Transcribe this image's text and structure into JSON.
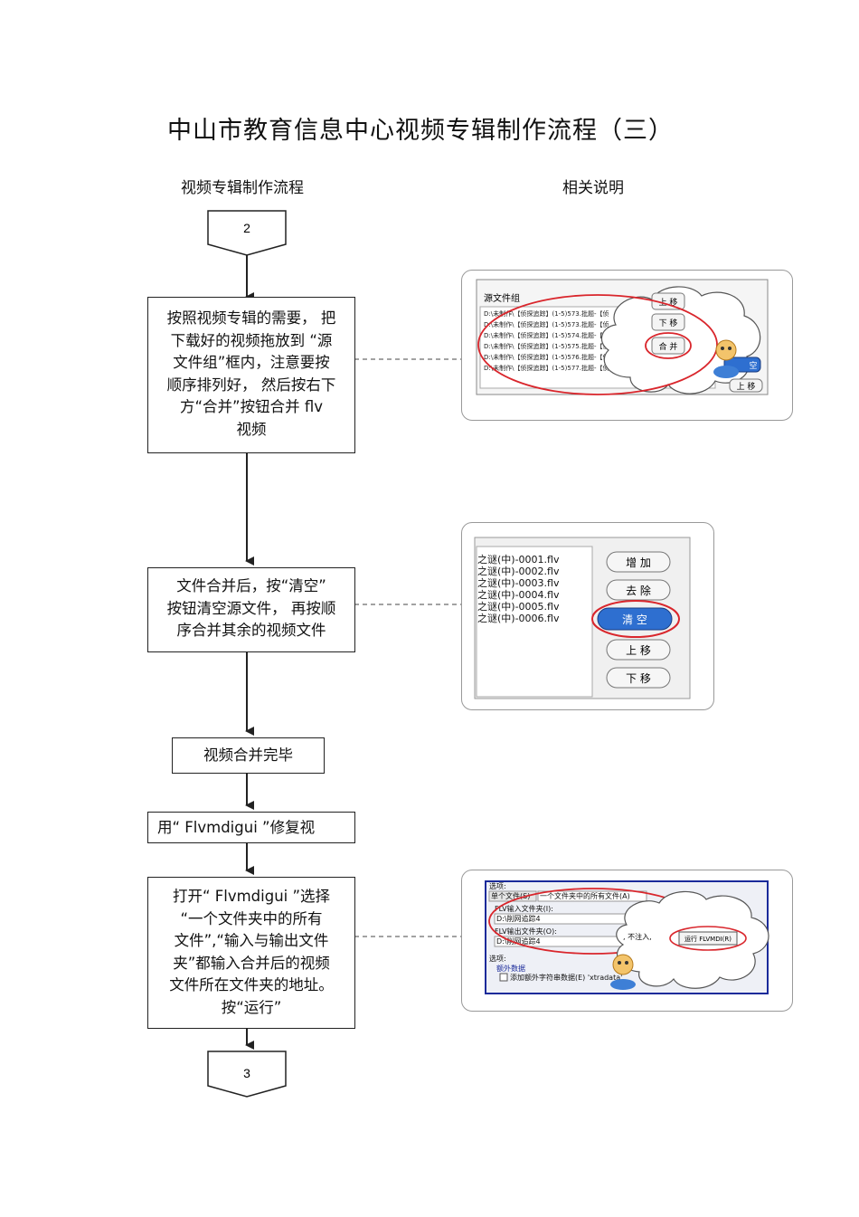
{
  "title": "中山市教育信息中心视频专辑制作流程（三）",
  "headers": {
    "left": "视频专辑制作流程",
    "right": "相关说明"
  },
  "connectors": {
    "start": "2",
    "end": "3"
  },
  "steps": {
    "step1": [
      "按照视频专辑的需要，  把",
      "下载好的视频拖放到  “源",
      "文件组”框内，注意要按",
      "顺序排列好，  然后按右下",
      "方“合并”按钮合并    flv",
      "视频"
    ],
    "step2": [
      "文件合并后，按“清空”",
      "按钮清空源文件，  再按顺",
      "序合并其余的视频文件"
    ],
    "step3": "视频合并完毕",
    "step4": "用“  Flvmdigui   ”修复视",
    "step5": [
      "打开“  Flvmdigui  ”选择",
      "“一个文件夹中的所有",
      "文件”,“输入与输出文件",
      "夹”都输入合并后的视频",
      "文件所在文件夹的地址。",
      "按“运行”"
    ]
  },
  "screenshot1": {
    "group_label": "源文件组",
    "files": [
      "D:\\未制作\\【侦探追踪】(1-5)573.批题-【侦",
      "D:\\未制作\\【侦探追踪】(1-5)573.批题-【侦",
      "D:\\未制作\\【侦探追踪】(1-5)574.批题-【侦",
      "D:\\未制作\\【侦探追踪】(1-5)575.批题-【侦",
      "D:\\未制作\\【侦探追踪】(1-5)576.批题-【侦",
      "D:\\未制作\\【侦探追踪】(1-5)577.批题-【侦"
    ],
    "buttons": [
      "上 移",
      "下 移",
      "合 并"
    ],
    "side_buttons": [
      "空",
      "上 移"
    ]
  },
  "screenshot2": {
    "files": [
      "之谜(中)-0001.flv",
      "之谜(中)-0002.flv",
      "之谜(中)-0003.flv",
      "之谜(中)-0004.flv",
      "之谜(中)-0005.flv",
      "之谜(中)-0006.flv"
    ],
    "buttons": [
      "增 加",
      "去 除",
      "清 空",
      "上 移",
      "下 移"
    ]
  },
  "screenshot3": {
    "mode_label": "选项:",
    "tabs": [
      "单个文件(S)",
      "一个文件夹中的所有文件(A)"
    ],
    "input_label": "FLV输入文件夹(I):",
    "input_value": "D:\\削网追踪4",
    "output_label": "FLV输出文件夹(O):",
    "output_value": "D:\\削网追踪4",
    "options_label": "选项:",
    "extra_label": "额外数据",
    "checkbox_label": "添加额外字符串数据(E) 'xtradata'",
    "note": ", 不注入,",
    "run_button": "运行 FLVMDI(R)"
  },
  "colors": {
    "highlight": "#d9262c",
    "button_blue": "#2e6fd0",
    "frame": "#1a2a9a"
  }
}
